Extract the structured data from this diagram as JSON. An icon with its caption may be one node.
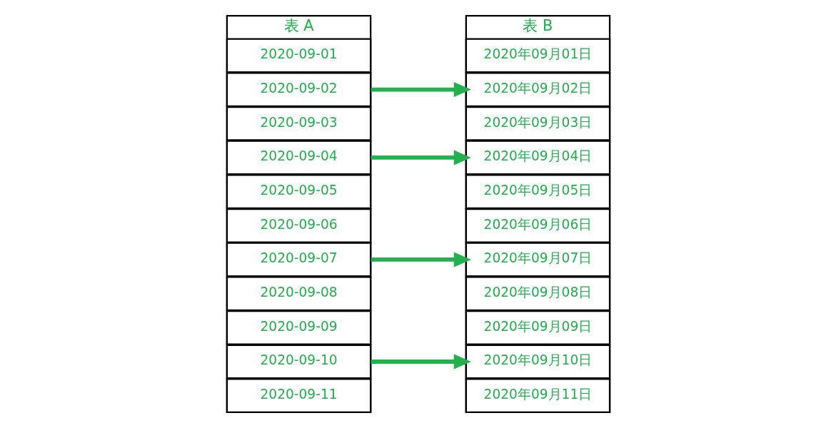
{
  "diagram": {
    "nodes": [
      {
        "text": [
          "表 A"
        ]
      },
      {
        "text": [
          "2020-09-01"
        ],
        "in": 0
      },
      {
        "text": [
          "2020-09-02"
        ],
        "in": 0
      },
      {
        "text": [
          "2020-09-03"
        ],
        "in": 0
      },
      {
        "text": [
          "2020-09-04"
        ],
        "in": 0
      },
      {
        "text": [
          "2020-09-05"
        ],
        "in": 0
      },
      {
        "text": [
          "2020-09-06"
        ],
        "in": 0
      },
      {
        "text": [
          "2020-09-07"
        ],
        "in": 0
      },
      {
        "text": [
          "2020-09-08"
        ],
        "in": 0
      },
      {
        "text": [
          "2020-09-09"
        ],
        "in": 0
      },
      {
        "text": [
          "2020-09-10"
        ],
        "in": 0
      },
      {
        "text": [
          "2020-09-11"
        ],
        "in": 0
      },
      {
        "text": [
          "表 B"
        ]
      },
      {
        "text": [
          "2020年09月01日"
        ],
        "in": 12
      },
      {
        "text": [
          "2020年09月02日"
        ],
        "in": 12
      },
      {
        "text": [
          "2020年09月03日"
        ],
        "in": 12
      },
      {
        "text": [
          "2020年09月04日"
        ],
        "in": 12
      },
      {
        "text": [
          "2020年09月05日"
        ],
        "in": 12
      },
      {
        "text": [
          "2020年09月06日"
        ],
        "in": 12
      },
      {
        "text": [
          "2020年09月07日"
        ],
        "in": 12
      },
      {
        "text": [
          "2020年09月08日"
        ],
        "in": 12
      },
      {
        "text": [
          "2020年09月09日"
        ],
        "in": 12
      },
      {
        "text": [
          "2020年09月10日"
        ],
        "in": 12
      },
      {
        "text": [
          "2020年09月11日"
        ],
        "in": 12
      }
    ],
    "edges": [
      {
        "from": 2,
        "to": 14,
        "arrow": "to"
      },
      {
        "from": 4,
        "to": 16,
        "arrow": "to"
      },
      {
        "from": 7,
        "to": 19,
        "arrow": "to"
      },
      {
        "from": 10,
        "to": 22,
        "arrow": "to"
      }
    ]
  }
}
